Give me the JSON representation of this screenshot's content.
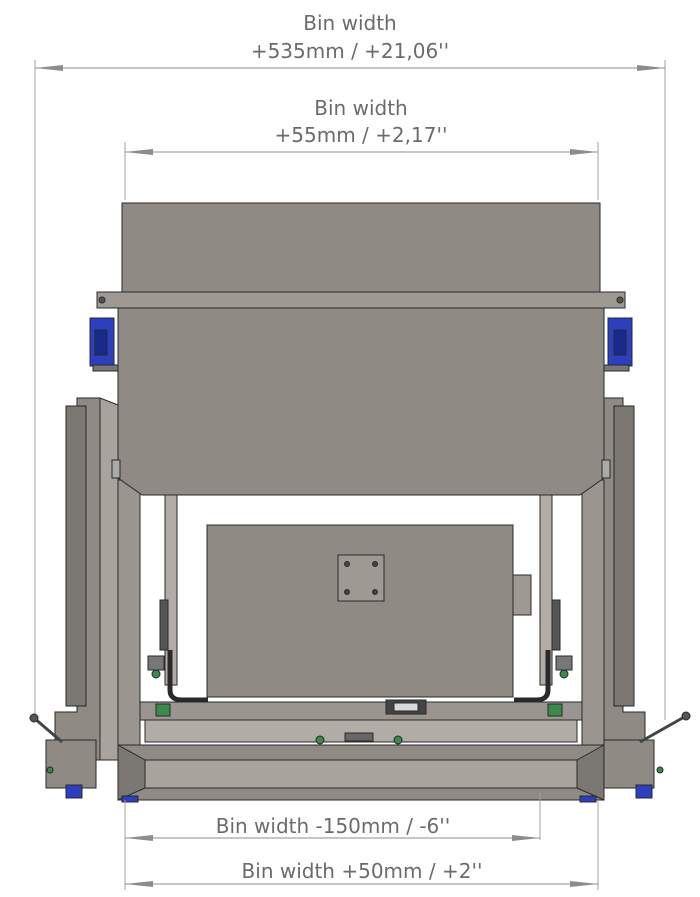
{
  "dimensions": [
    {
      "id": "dim-top-outer",
      "line1": "Bin width",
      "line2": "+535mm / +21,06''"
    },
    {
      "id": "dim-top-inner",
      "line1": "Bin width",
      "line2": "+55mm / +2,17''"
    },
    {
      "id": "dim-bottom-upper",
      "line1": "Bin width -150mm / -6''"
    },
    {
      "id": "dim-bottom-lower",
      "line1": "Bin width +50mm / +2''"
    }
  ],
  "colors": {
    "steel": "#8f8a84",
    "steel_dark": "#6e6a65",
    "steel_light": "#b1aca6",
    "outline": "#2a2a2a",
    "accent_blue": "#2b3fbf",
    "accent_green": "#3b8a4a",
    "dimension_line": "#8c8c8c",
    "dimension_text": "#6b6b6b"
  }
}
